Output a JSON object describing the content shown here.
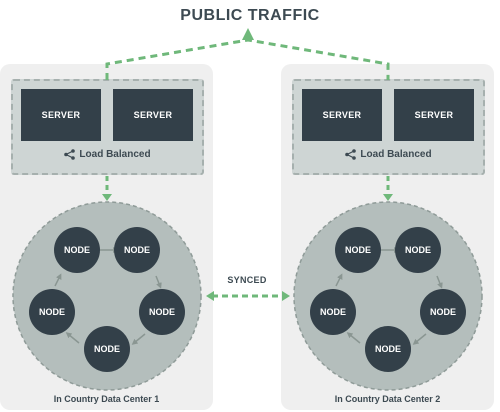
{
  "title": "PUBLIC TRAFFIC",
  "synced_label": "SYNCED",
  "colors": {
    "dashed_line": "#6fb87a",
    "server_fill": "#334049",
    "node_fill": "#334049",
    "cluster_fill": "#b4bebc",
    "panel_fill": "#efefef",
    "group_fill": "#ced5d4"
  },
  "data_centers": [
    {
      "label": "In Country Data Center 1",
      "servers": [
        "SERVER",
        "SERVER"
      ],
      "load_balanced": "Load Balanced",
      "load_balanced_icon": "share-icon",
      "nodes": [
        "NODE",
        "NODE",
        "NODE",
        "NODE",
        "NODE"
      ]
    },
    {
      "label": "In Country Data Center 2",
      "servers": [
        "SERVER",
        "SERVER"
      ],
      "load_balanced": "Load Balanced",
      "load_balanced_icon": "share-icon",
      "nodes": [
        "NODE",
        "NODE",
        "NODE",
        "NODE",
        "NODE"
      ]
    }
  ]
}
